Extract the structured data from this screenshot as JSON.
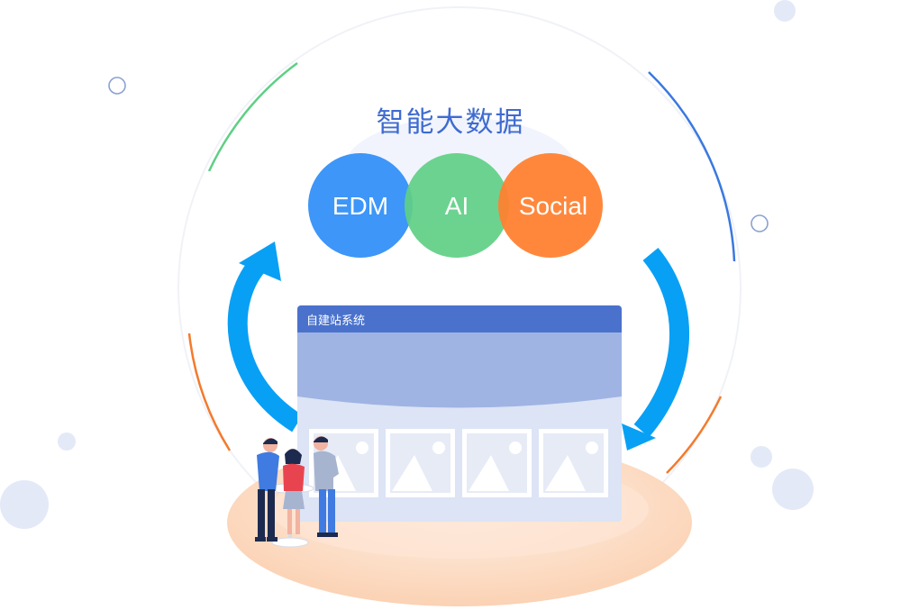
{
  "header": {
    "title": "智能大数据"
  },
  "circles": [
    {
      "label": "EDM",
      "color": "#3592f8"
    },
    {
      "label": "AI",
      "color": "#5fcf85"
    },
    {
      "label": "Social",
      "color": "#ff8131"
    }
  ],
  "window": {
    "title": "自建站系统",
    "header_color": "#4a72cc"
  },
  "colors": {
    "arrow": "#08a0f5",
    "platform": "#fbd9c2",
    "decor_bubble": "#e3e9f7"
  }
}
